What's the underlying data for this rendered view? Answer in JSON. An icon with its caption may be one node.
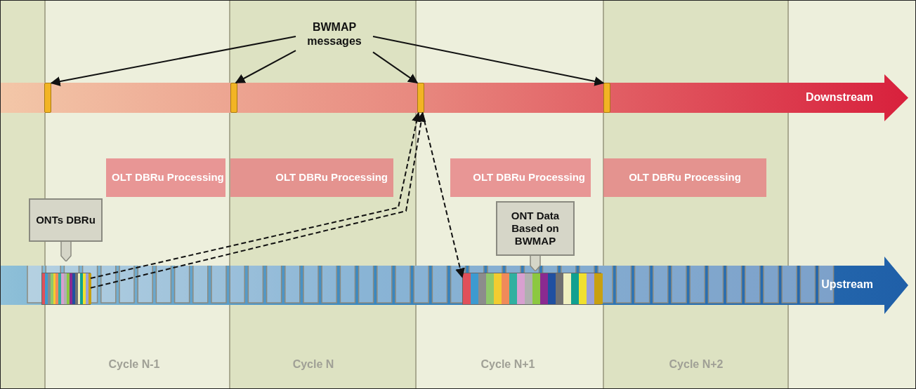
{
  "diagram": {
    "nodes": [
      {
        "text": [
          "BWMAP messages"
        ]
      },
      {
        "text": [],
        "shape": "bar",
        "in": 5
      },
      {
        "text": [],
        "shape": "bar",
        "in": 5
      },
      {
        "text": [],
        "shape": "bar",
        "in": 5
      },
      {
        "text": [],
        "shape": "bar",
        "in": 5
      },
      {
        "text": [
          "Downstream"
        ]
      },
      {
        "text": [
          "ONTs DBRu"
        ]
      },
      {
        "text": [
          "OLT DBRu Processing"
        ]
      },
      {
        "text": [
          "OLT DBRu Processing"
        ]
      },
      {
        "text": [
          "OLT DBRu Processing"
        ]
      },
      {
        "text": [
          "OLT DBRu Processing"
        ]
      },
      {
        "text": [
          "ONT Data Based on BWMAP"
        ]
      },
      {
        "text": [
          "Upstream"
        ]
      },
      {
        "text": [],
        "shape": "bar",
        "in": 12
      },
      {
        "text": [],
        "shape": "bar",
        "in": 12
      }
    ],
    "edges": [
      {
        "from": 0,
        "to": 1,
        "arrow": "to"
      },
      {
        "from": 0,
        "to": 2,
        "arrow": "to"
      },
      {
        "from": 0,
        "to": 3,
        "arrow": "to"
      },
      {
        "from": 0,
        "to": 4,
        "arrow": "to"
      },
      {
        "from": 13,
        "to": 3,
        "arrow": "to",
        "style": "dashed"
      },
      {
        "from": 13,
        "to": 3,
        "arrow": "to",
        "style": "dashed"
      },
      {
        "from": 3,
        "to": 14,
        "arrow": "to",
        "style": "dashed"
      }
    ],
    "labels": [
      "Cycle N-1",
      "Cycle N",
      "Cycle N+1",
      "Cycle N+2"
    ]
  }
}
